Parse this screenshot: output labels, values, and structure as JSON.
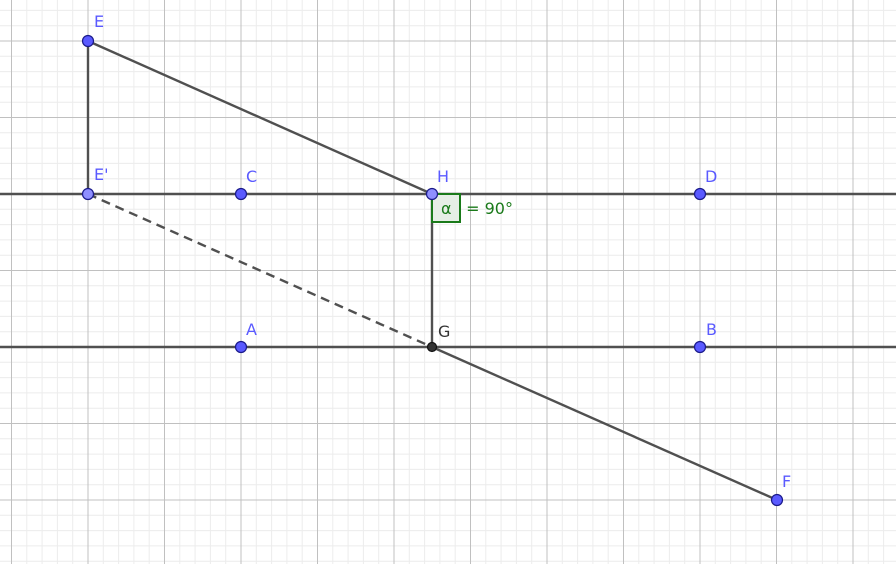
{
  "diagram": {
    "points": [
      {
        "id": "E",
        "label": "E",
        "style": "free"
      },
      {
        "id": "E1",
        "label": "E'",
        "style": "dependent"
      },
      {
        "id": "C",
        "label": "C",
        "style": "free"
      },
      {
        "id": "H",
        "label": "H",
        "style": "dependent"
      },
      {
        "id": "D",
        "label": "D",
        "style": "free"
      },
      {
        "id": "A",
        "label": "A",
        "style": "free"
      },
      {
        "id": "G",
        "label": "G",
        "style": "intersection"
      },
      {
        "id": "B",
        "label": "B",
        "style": "free"
      },
      {
        "id": "F",
        "label": "F",
        "style": "free"
      }
    ],
    "lines": [
      {
        "name": "line-CD",
        "through": [
          "C",
          "D"
        ]
      },
      {
        "name": "line-AB",
        "through": [
          "A",
          "B"
        ]
      }
    ],
    "segments": [
      {
        "name": "segment-E-Eprime",
        "from": "E",
        "to": "E1",
        "dashed": false
      },
      {
        "name": "segment-E-H",
        "from": "E",
        "to": "H",
        "dashed": false
      },
      {
        "name": "segment-H-G",
        "from": "H",
        "to": "G",
        "dashed": false
      },
      {
        "name": "segment-G-F",
        "from": "G",
        "to": "F",
        "dashed": false
      },
      {
        "name": "segment-Eprime-G",
        "from": "E1",
        "to": "G",
        "dashed": true
      }
    ],
    "angle": {
      "symbol": "α",
      "text": " = 90°",
      "vertex": "H"
    },
    "colors": {
      "point_fill": "#5a5aff",
      "point_dark": "#333333",
      "line": "#505050",
      "angle": "#1a7a1a",
      "angle_fill": "#e6eee6",
      "grid_major": "#c0c0c0",
      "grid_minor": "#ececec"
    }
  }
}
